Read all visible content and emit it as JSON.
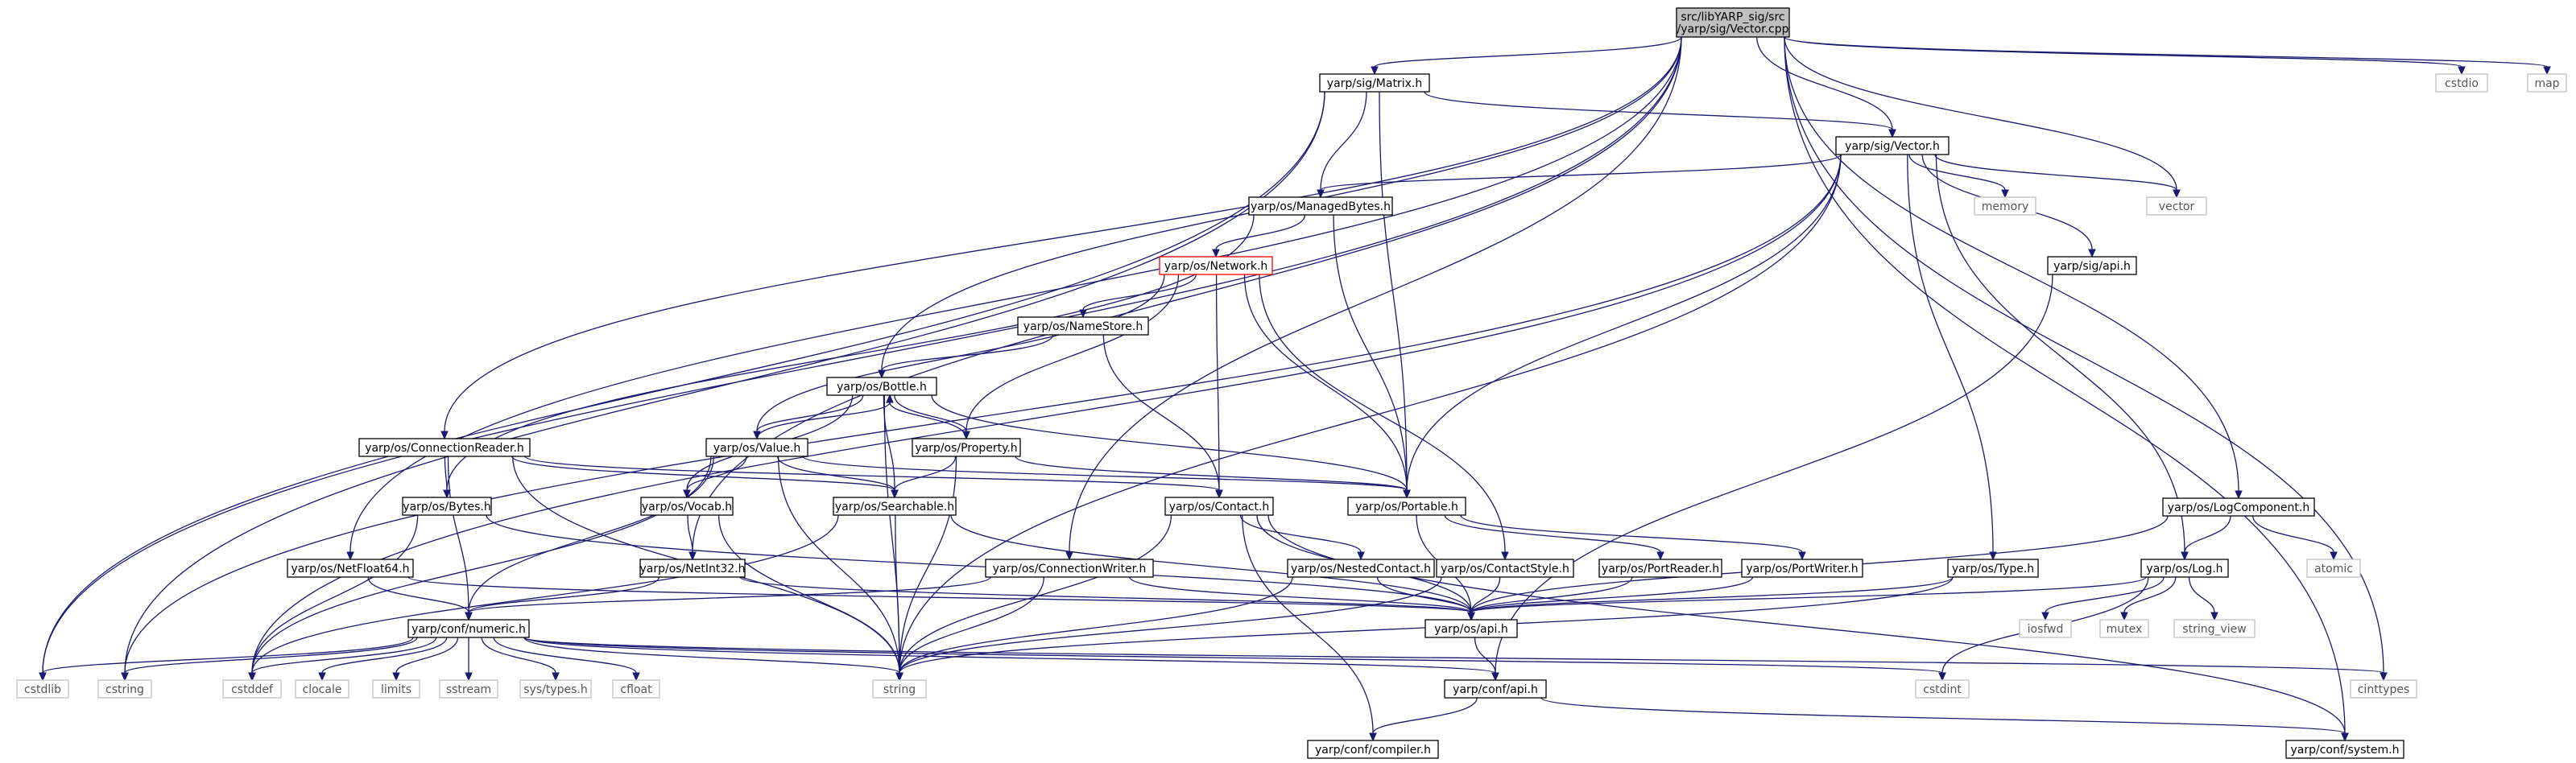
{
  "graph": {
    "title_lines": [
      "src/libYARP_sig/src",
      "/yarp/sig/Vector.cpp"
    ],
    "nodes": [
      {
        "id": "root",
        "label": "src/libYARP_sig/src\n/yarp/sig/Vector.cpp",
        "kind": "root"
      },
      {
        "id": "matrix",
        "label": "yarp/sig/Matrix.h",
        "kind": "doc"
      },
      {
        "id": "cstdio",
        "label": "cstdio",
        "kind": "ext"
      },
      {
        "id": "map",
        "label": "map",
        "kind": "ext"
      },
      {
        "id": "vector_h",
        "label": "yarp/sig/Vector.h",
        "kind": "doc"
      },
      {
        "id": "managedbytes",
        "label": "yarp/os/ManagedBytes.h",
        "kind": "doc"
      },
      {
        "id": "memory",
        "label": "memory",
        "kind": "ext"
      },
      {
        "id": "vector",
        "label": "vector",
        "kind": "ext"
      },
      {
        "id": "network",
        "label": "yarp/os/Network.h",
        "kind": "red"
      },
      {
        "id": "sigapi",
        "label": "yarp/sig/api.h",
        "kind": "doc"
      },
      {
        "id": "namestore",
        "label": "yarp/os/NameStore.h",
        "kind": "doc"
      },
      {
        "id": "bottle",
        "label": "yarp/os/Bottle.h",
        "kind": "doc"
      },
      {
        "id": "connreader",
        "label": "yarp/os/ConnectionReader.h",
        "kind": "doc"
      },
      {
        "id": "value",
        "label": "yarp/os/Value.h",
        "kind": "doc"
      },
      {
        "id": "property",
        "label": "yarp/os/Property.h",
        "kind": "doc"
      },
      {
        "id": "portable",
        "label": "yarp/os/Portable.h",
        "kind": "doc"
      },
      {
        "id": "logcomponent",
        "label": "yarp/os/LogComponent.h",
        "kind": "doc"
      },
      {
        "id": "bytes",
        "label": "yarp/os/Bytes.h",
        "kind": "doc"
      },
      {
        "id": "vocab",
        "label": "yarp/os/Vocab.h",
        "kind": "doc"
      },
      {
        "id": "searchable",
        "label": "yarp/os/Searchable.h",
        "kind": "doc"
      },
      {
        "id": "contact",
        "label": "yarp/os/Contact.h",
        "kind": "doc"
      },
      {
        "id": "atomic",
        "label": "atomic",
        "kind": "ext"
      },
      {
        "id": "netfloat64",
        "label": "yarp/os/NetFloat64.h",
        "kind": "doc"
      },
      {
        "id": "netint32",
        "label": "yarp/os/NetInt32.h",
        "kind": "doc"
      },
      {
        "id": "connwriter",
        "label": "yarp/os/ConnectionWriter.h",
        "kind": "doc"
      },
      {
        "id": "nestedcontact",
        "label": "yarp/os/NestedContact.h",
        "kind": "doc"
      },
      {
        "id": "contactstyle",
        "label": "yarp/os/ContactStyle.h",
        "kind": "doc"
      },
      {
        "id": "portreader",
        "label": "yarp/os/PortReader.h",
        "kind": "doc"
      },
      {
        "id": "portwriter",
        "label": "yarp/os/PortWriter.h",
        "kind": "doc"
      },
      {
        "id": "type",
        "label": "yarp/os/Type.h",
        "kind": "doc"
      },
      {
        "id": "log",
        "label": "yarp/os/Log.h",
        "kind": "doc"
      },
      {
        "id": "numeric",
        "label": "yarp/conf/numeric.h",
        "kind": "doc"
      },
      {
        "id": "osapi",
        "label": "yarp/os/api.h",
        "kind": "doc"
      },
      {
        "id": "iosfwd",
        "label": "iosfwd",
        "kind": "ext"
      },
      {
        "id": "mutex",
        "label": "mutex",
        "kind": "ext"
      },
      {
        "id": "string_view",
        "label": "string_view",
        "kind": "ext"
      },
      {
        "id": "cstdlib",
        "label": "cstdlib",
        "kind": "ext"
      },
      {
        "id": "cstring",
        "label": "cstring",
        "kind": "ext"
      },
      {
        "id": "cstddef",
        "label": "cstddef",
        "kind": "ext"
      },
      {
        "id": "clocale",
        "label": "clocale",
        "kind": "ext"
      },
      {
        "id": "limits",
        "label": "limits",
        "kind": "ext"
      },
      {
        "id": "sstream",
        "label": "sstream",
        "kind": "ext"
      },
      {
        "id": "systypes",
        "label": "sys/types.h",
        "kind": "ext"
      },
      {
        "id": "cfloat",
        "label": "cfloat",
        "kind": "ext"
      },
      {
        "id": "string",
        "label": "string",
        "kind": "ext"
      },
      {
        "id": "confapi",
        "label": "yarp/conf/api.h",
        "kind": "doc"
      },
      {
        "id": "cstdint",
        "label": "cstdint",
        "kind": "ext"
      },
      {
        "id": "cinttypes",
        "label": "cinttypes",
        "kind": "ext"
      },
      {
        "id": "compiler",
        "label": "yarp/conf/compiler.h",
        "kind": "doc"
      },
      {
        "id": "system",
        "label": "yarp/conf/system.h",
        "kind": "doc"
      }
    ],
    "edges": [
      [
        "root",
        "matrix"
      ],
      [
        "root",
        "cstdio"
      ],
      [
        "root",
        "map"
      ],
      [
        "root",
        "vector_h"
      ],
      [
        "root",
        "vector"
      ],
      [
        "root",
        "logcomponent"
      ],
      [
        "root",
        "cinttypes"
      ],
      [
        "root",
        "system"
      ],
      [
        "root",
        "connreader"
      ],
      [
        "root",
        "bottle"
      ],
      [
        "root",
        "netfloat64"
      ],
      [
        "root",
        "netint32"
      ],
      [
        "root",
        "connwriter"
      ],
      [
        "root",
        "cstdlib"
      ],
      [
        "matrix",
        "vector_h"
      ],
      [
        "matrix",
        "managedbytes"
      ],
      [
        "matrix",
        "portable"
      ],
      [
        "matrix",
        "cstring"
      ],
      [
        "matrix",
        "cstdlib"
      ],
      [
        "vector_h",
        "managedbytes"
      ],
      [
        "vector_h",
        "memory"
      ],
      [
        "vector_h",
        "vector"
      ],
      [
        "vector_h",
        "sigapi"
      ],
      [
        "vector_h",
        "portable"
      ],
      [
        "vector_h",
        "type"
      ],
      [
        "vector_h",
        "log"
      ],
      [
        "vector_h",
        "string"
      ],
      [
        "vector_h",
        "cstring"
      ],
      [
        "vector_h",
        "cstddef"
      ],
      [
        "managedbytes",
        "network"
      ],
      [
        "managedbytes",
        "portable"
      ],
      [
        "managedbytes",
        "bytes"
      ],
      [
        "network",
        "namestore"
      ],
      [
        "network",
        "value"
      ],
      [
        "network",
        "property"
      ],
      [
        "network",
        "portable"
      ],
      [
        "network",
        "contact"
      ],
      [
        "network",
        "contactstyle"
      ],
      [
        "namestore",
        "bottle"
      ],
      [
        "namestore",
        "contact"
      ],
      [
        "bottle",
        "value"
      ],
      [
        "bottle",
        "property"
      ],
      [
        "bottle",
        "portable"
      ],
      [
        "bottle",
        "searchable"
      ],
      [
        "bottle",
        "vocab"
      ],
      [
        "bottle",
        "string"
      ],
      [
        "value",
        "bottle"
      ],
      [
        "value",
        "vocab"
      ],
      [
        "value",
        "searchable"
      ],
      [
        "value",
        "portable"
      ],
      [
        "value",
        "numeric"
      ],
      [
        "value",
        "string"
      ],
      [
        "value",
        "cstddef"
      ],
      [
        "property",
        "bottle"
      ],
      [
        "property",
        "searchable"
      ],
      [
        "property",
        "portable"
      ],
      [
        "property",
        "string"
      ],
      [
        "connreader",
        "bytes"
      ],
      [
        "connreader",
        "searchable"
      ],
      [
        "connreader",
        "contact"
      ],
      [
        "connreader",
        "numeric"
      ],
      [
        "connreader",
        "string"
      ],
      [
        "portable",
        "portreader"
      ],
      [
        "portable",
        "portwriter"
      ],
      [
        "portable",
        "osapi"
      ],
      [
        "logcomponent",
        "log"
      ],
      [
        "logcomponent",
        "atomic"
      ],
      [
        "logcomponent",
        "osapi"
      ],
      [
        "bytes",
        "osapi"
      ],
      [
        "bytes",
        "cstddef"
      ],
      [
        "vocab",
        "netint32"
      ],
      [
        "vocab",
        "string"
      ],
      [
        "searchable",
        "string"
      ],
      [
        "searchable",
        "osapi"
      ],
      [
        "searchable",
        "cstddef"
      ],
      [
        "contact",
        "nestedcontact"
      ],
      [
        "contact",
        "string"
      ],
      [
        "contact",
        "compiler"
      ],
      [
        "contact",
        "osapi"
      ],
      [
        "contact",
        "system"
      ],
      [
        "netfloat64",
        "numeric"
      ],
      [
        "netfloat64",
        "osapi"
      ],
      [
        "netint32",
        "numeric"
      ],
      [
        "netint32",
        "osapi"
      ],
      [
        "connwriter",
        "numeric"
      ],
      [
        "connwriter",
        "osapi"
      ],
      [
        "connwriter",
        "string"
      ],
      [
        "nestedcontact",
        "osapi"
      ],
      [
        "nestedcontact",
        "string"
      ],
      [
        "contactstyle",
        "osapi"
      ],
      [
        "contactstyle",
        "string"
      ],
      [
        "portreader",
        "osapi"
      ],
      [
        "portwriter",
        "osapi"
      ],
      [
        "type",
        "osapi"
      ],
      [
        "type",
        "string"
      ],
      [
        "log",
        "osapi"
      ],
      [
        "log",
        "iosfwd"
      ],
      [
        "log",
        "mutex"
      ],
      [
        "log",
        "string_view"
      ],
      [
        "log",
        "cstdint"
      ],
      [
        "sigapi",
        "confapi"
      ],
      [
        "numeric",
        "cstdlib"
      ],
      [
        "numeric",
        "cstring"
      ],
      [
        "numeric",
        "cstddef"
      ],
      [
        "numeric",
        "clocale"
      ],
      [
        "numeric",
        "limits"
      ],
      [
        "numeric",
        "sstream"
      ],
      [
        "numeric",
        "systypes"
      ],
      [
        "numeric",
        "cfloat"
      ],
      [
        "numeric",
        "string"
      ],
      [
        "numeric",
        "confapi"
      ],
      [
        "numeric",
        "cstdint"
      ],
      [
        "numeric",
        "cinttypes"
      ],
      [
        "osapi",
        "confapi"
      ],
      [
        "confapi",
        "compiler"
      ],
      [
        "confapi",
        "system"
      ]
    ]
  }
}
